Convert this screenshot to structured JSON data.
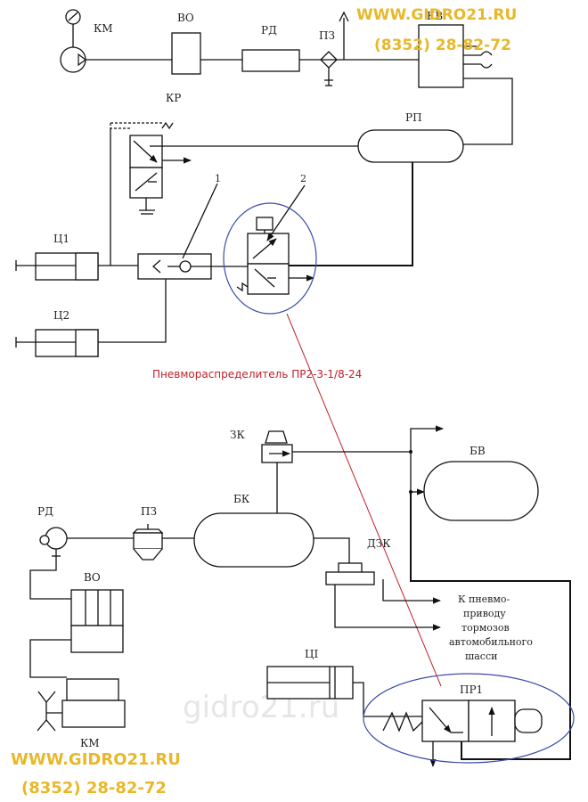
{
  "branding": {
    "url_top": "WWW.GIDRO21.RU",
    "phone_top": "(8352) 28-82-72",
    "url_bottom": "WWW.GIDRO21.RU",
    "phone_bottom": "(8352) 28-82-72",
    "watermark": "gidro21.ru",
    "color": "#e8b82a"
  },
  "top_scheme": {
    "labels": {
      "km": "КМ",
      "vo": "ВО",
      "rd": "РД",
      "pz": "ПЗ",
      "kv": "КВ",
      "kr": "КР",
      "rp": "РП",
      "c1": "Ц1",
      "c2": "Ц2",
      "n1": "1",
      "n2": "2"
    }
  },
  "callout": {
    "text": "Пневмораспределитель ПР2-3-1/8-24",
    "color": "#c0202a"
  },
  "bottom_scheme": {
    "labels": {
      "zk": "ЗК",
      "bv": "БВ",
      "rd": "РД",
      "pz": "ПЗ",
      "bk": "БК",
      "dzk": "ДЗК",
      "vo": "ВО",
      "km": "КМ",
      "ci": "ЦI",
      "pr1": "ПР1"
    },
    "brake_note": [
      "К пневмо-",
      "приводу",
      "тормозов",
      "автомобильного",
      "шасси"
    ]
  },
  "highlight_color": "#3a4aa8"
}
